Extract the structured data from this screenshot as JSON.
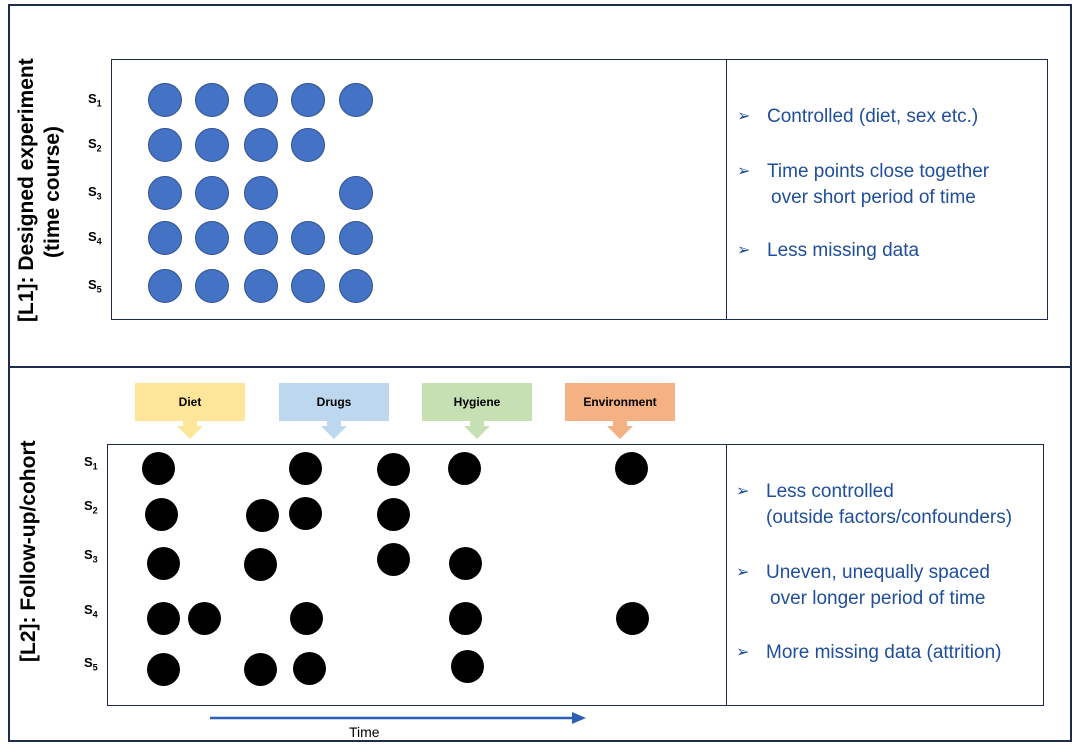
{
  "panel_top": {
    "side_label_line1": "[L1]: Designed experiment",
    "side_label_line2": "(time course)",
    "subjects": [
      "S",
      "S",
      "S",
      "S",
      "S"
    ],
    "subject_indices": [
      "1",
      "2",
      "3",
      "4",
      "5"
    ],
    "dot_color": "#4472c4",
    "bullets": [
      {
        "line1": "Controlled (diet, sex etc.)",
        "line2": ""
      },
      {
        "line1": "Time points close together",
        "line2": "over short period of time"
      },
      {
        "line1": "Less missing data",
        "line2": ""
      }
    ]
  },
  "panel_bottom": {
    "side_label": "[L2]: Follow-up/cohort",
    "subjects": [
      "S",
      "S",
      "S",
      "S",
      "S"
    ],
    "subject_indices": [
      "1",
      "2",
      "3",
      "4",
      "5"
    ],
    "dot_color": "#000000",
    "factors": [
      {
        "label": "Diet",
        "color": "#fde59a"
      },
      {
        "label": "Drugs",
        "color": "#bdd7ee"
      },
      {
        "label": "Hygiene",
        "color": "#c6e0b4"
      },
      {
        "label": "Environment",
        "color": "#f4b183"
      }
    ],
    "bullets": [
      {
        "line1": "Less controlled",
        "line2": "(outside factors/confounders)"
      },
      {
        "line1": "Uneven, unequally spaced",
        "line2": "over longer period of time"
      },
      {
        "line1": "More missing data (attrition)",
        "line2": ""
      }
    ],
    "time_label": "Time",
    "time_arrow_color": "#2e5fb7"
  },
  "bullet_glyph": "➢",
  "text_color": "#1f4e9a"
}
